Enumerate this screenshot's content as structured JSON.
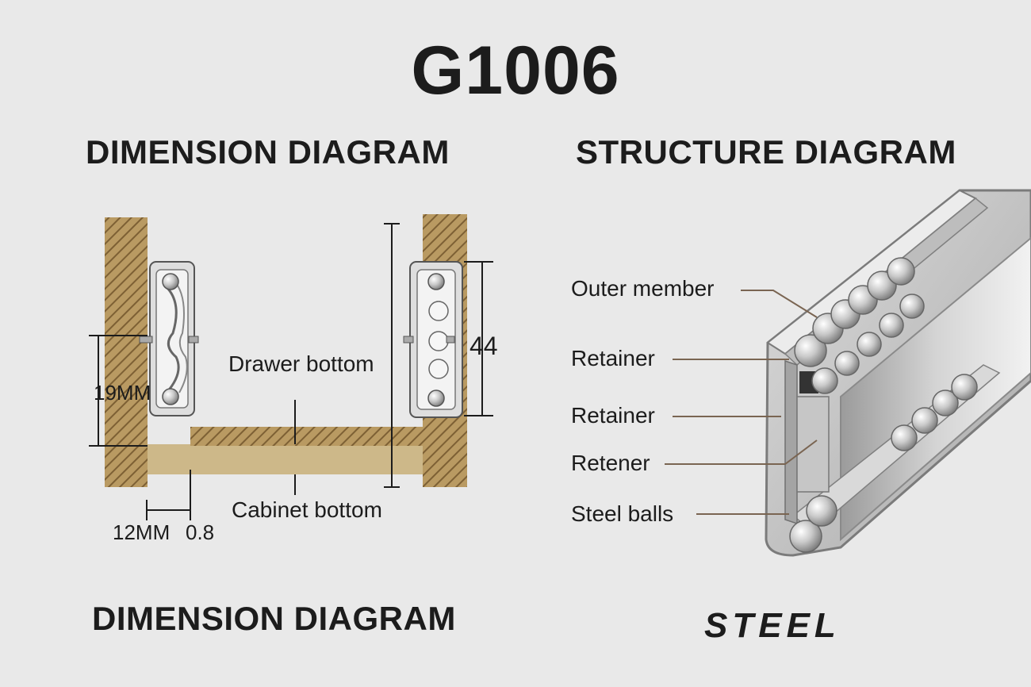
{
  "header": {
    "model": "G1006"
  },
  "dimension_diagram": {
    "title": "DIMENSION DIAGRAM",
    "labels": {
      "drawer_bottom": "Drawer bottom",
      "cabinet_bottom": "Cabinet bottom",
      "height_19": "19MM",
      "height_44": "44",
      "gap_12": "12MM",
      "thickness": "0.8"
    }
  },
  "structure_diagram": {
    "title": "STRUCTURE DIAGRAM",
    "labels": [
      "Outer member",
      "Retainer",
      "Retainer",
      "Retener",
      "Steel balls"
    ]
  },
  "footer": {
    "left_title": "DIMENSION DIAGRAM",
    "material": "STEEL"
  },
  "colors": {
    "background": "#e9e9e9",
    "wood": "#a88a55",
    "wood_light": "#cdb889",
    "metal": "#c8c8c8",
    "text": "#1c1c1c"
  }
}
